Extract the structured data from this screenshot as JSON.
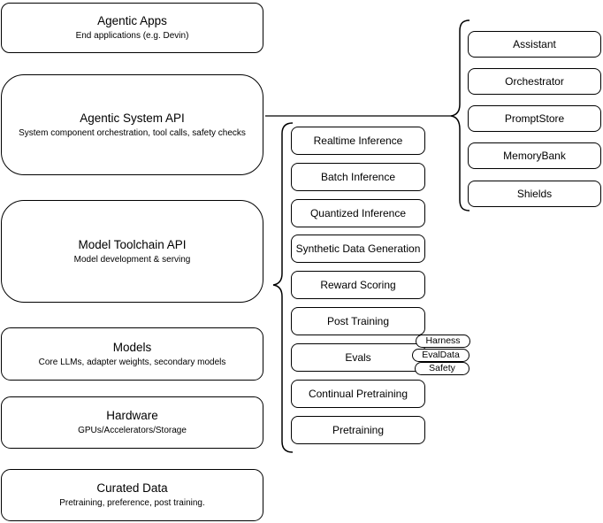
{
  "diagram": {
    "layers": [
      {
        "title": "Agentic Apps",
        "subtitle": "End applications (e.g. Devin)"
      },
      {
        "title": "Agentic System API",
        "subtitle": "System component orchestration, tool calls, safety checks"
      },
      {
        "title": "Model Toolchain API",
        "subtitle": "Model development & serving"
      },
      {
        "title": "Models",
        "subtitle": "Core LLMs, adapter weights, secondary models"
      },
      {
        "title": "Hardware",
        "subtitle": "GPUs/Accelerators/Storage"
      },
      {
        "title": "Curated Data",
        "subtitle": "Pretraining, preference, post training."
      }
    ],
    "toolchain_services": [
      "Realtime Inference",
      "Batch Inference",
      "Quantized Inference",
      "Synthetic Data Generation",
      "Reward Scoring",
      "Post Training",
      "Evals",
      "Continual Pretraining",
      "Pretraining"
    ],
    "evals_tags": [
      "Harness",
      "EvalData",
      "Safety"
    ],
    "system_components": [
      "Assistant",
      "Orchestrator",
      "PromptStore",
      "MemoryBank",
      "Shields"
    ],
    "colors": {
      "stroke": "#000000",
      "fill": "#ffffff",
      "text": "#000000"
    }
  }
}
